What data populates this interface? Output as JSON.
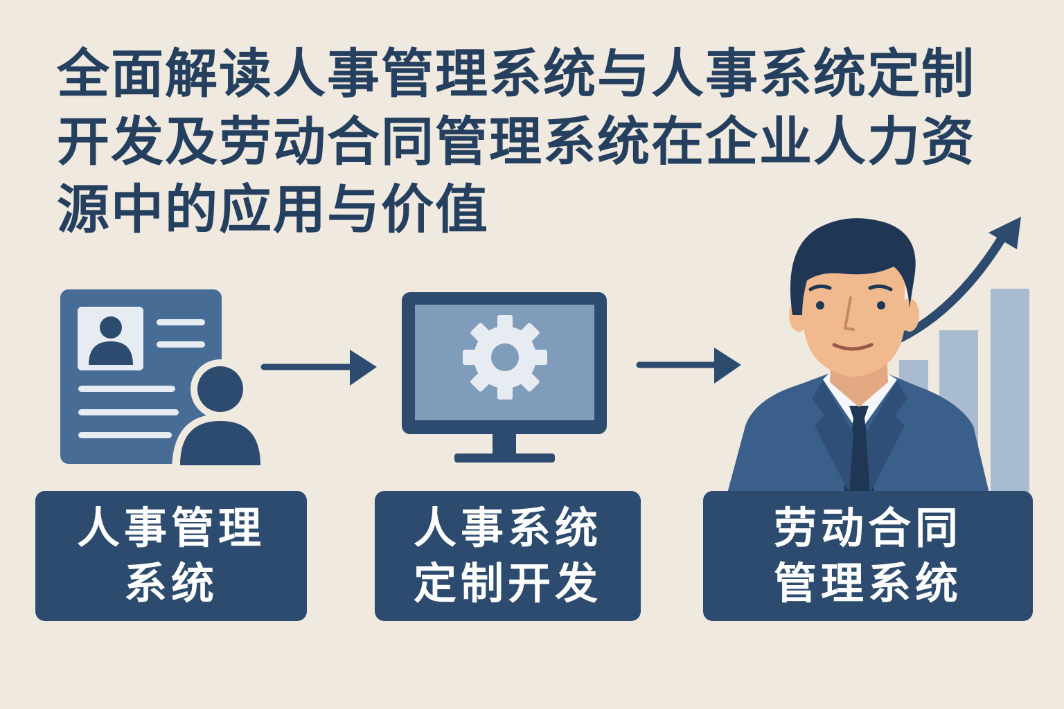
{
  "title": {
    "lines": [
      "全面解读人事管理系统与人事系统定制",
      "开发及劳动合同管理系统在企业人力资",
      "源中的应用与价值"
    ]
  },
  "steps": [
    {
      "lines": [
        "人事管理",
        "系统"
      ],
      "icon": "employee-profile-card-icon"
    },
    {
      "lines": [
        "人事系统",
        "定制开发"
      ],
      "icon": "monitor-gear-icon"
    },
    {
      "lines": [
        "劳动合同",
        "管理系统"
      ],
      "icon": "businessman-growth-chart-icon"
    }
  ],
  "colors": {
    "background": "#efe9df",
    "primary_navy": "#2c4b6e",
    "title_navy": "#253f5f",
    "light_blue": "#7f9cba",
    "chart_bars": "#a9bbd0",
    "skin": "#f0b98e",
    "white": "#ffffff"
  }
}
